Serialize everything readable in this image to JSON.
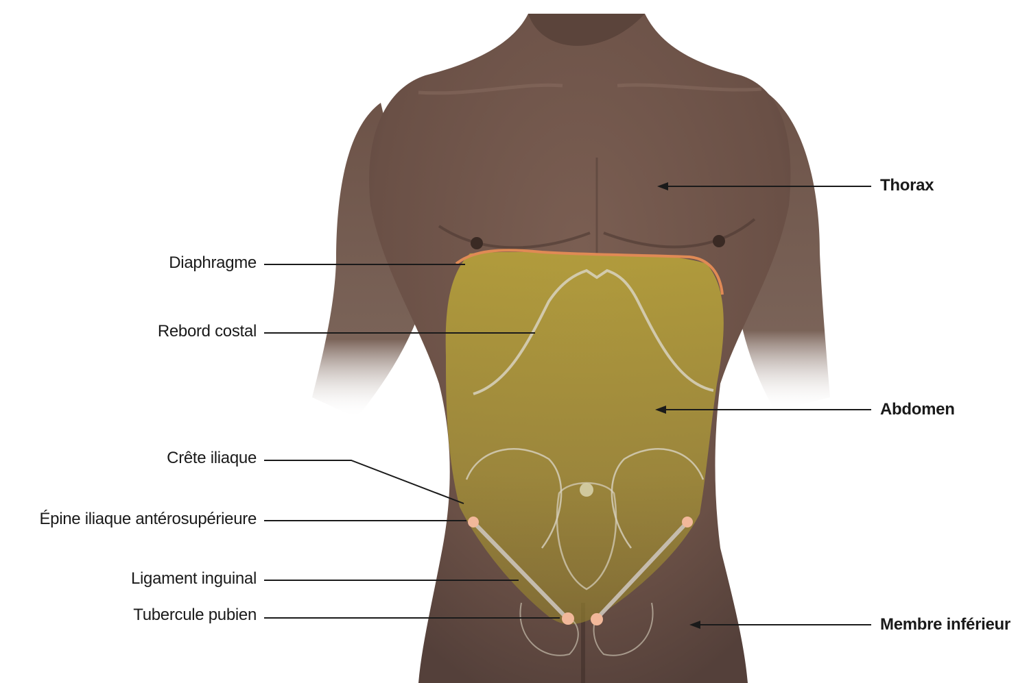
{
  "labels": {
    "left": {
      "diaphragme": "Diaphragme",
      "rebord_costal": "Rebord costal",
      "crete_iliaque": "Crête iliaque",
      "epine_iliaque": "Épine iliaque antérosupérieure",
      "ligament_inguinal": "Ligament inguinal",
      "tubercule_pubien": "Tubercule pubien"
    },
    "right": {
      "thorax": "Thorax",
      "abdomen": "Abdomen",
      "membre_inferieur": "Membre inférieur"
    }
  },
  "colors": {
    "skin": "#6e5449",
    "skin_dark": "#4f3a32",
    "abdomen_overlay": "#b8a43a",
    "diaphragm_line": "#e08a55",
    "bone_outline": "#d8d2c0",
    "landmark_dot": "#f2b89a",
    "leader_line": "#1a1a1a"
  }
}
